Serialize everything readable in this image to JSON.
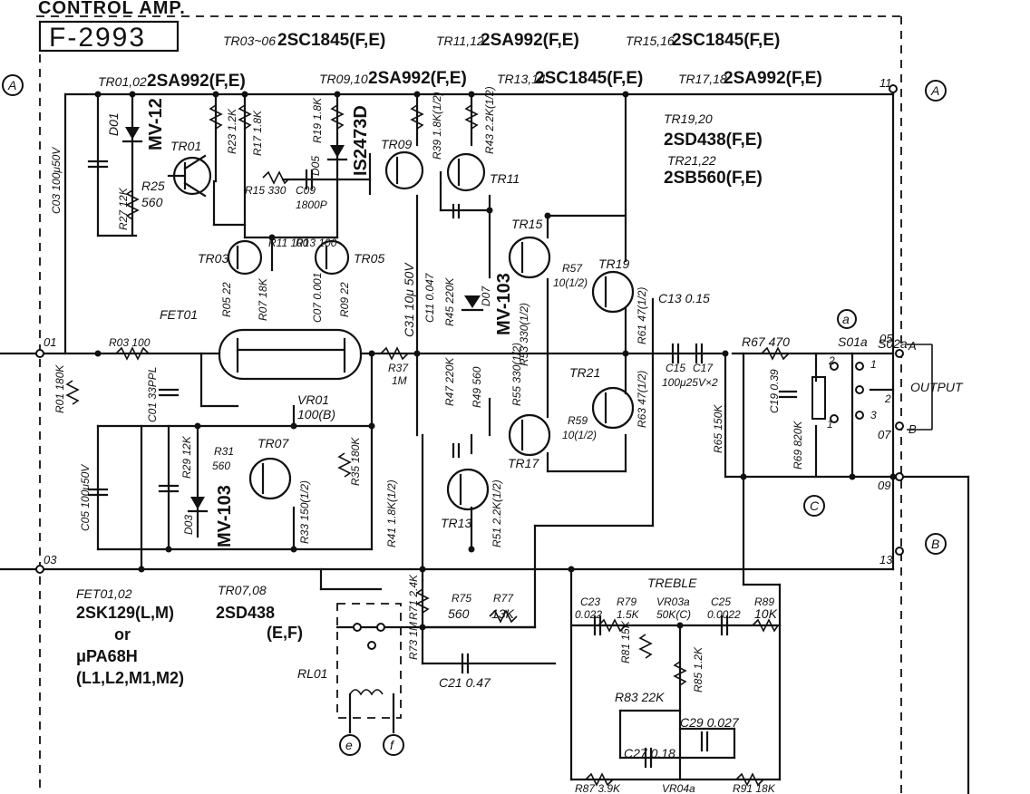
{
  "header": {
    "title": "CONTROL AMP.",
    "model": "F-2993"
  },
  "transistor_types": [
    {
      "ref": "TR03~06",
      "part": "2SC1845(F,E)"
    },
    {
      "ref": "TR11,12",
      "part": "2SA992(F,E)"
    },
    {
      "ref": "TR15,16",
      "part": "2SC1845(F,E)"
    },
    {
      "ref": "TR01,02",
      "part": "2SA992(F,E)"
    },
    {
      "ref": "TR09,10",
      "part": "2SA992(F,E)"
    },
    {
      "ref": "TR13,14",
      "part": "2SC1845(F,E)"
    },
    {
      "ref": "TR17,18",
      "part": "2SA992(F,E)"
    },
    {
      "ref": "TR19,20",
      "part": "2SD438(F,E)"
    },
    {
      "ref": "TR21,22",
      "part": "2SB560(F,E)"
    }
  ],
  "diodes": {
    "d01": "MV-12",
    "d05": "IS2473D",
    "d07": "MV-103",
    "d03": "MV-103"
  },
  "fet_note": {
    "ref": "FET01,02",
    "part": "2SK129(L,M)",
    "or": "or",
    "alt": "μPA68H",
    "grades": "(L1,L2,M1,M2)",
    "tr_ref": "TR07,08",
    "tr_part": "2SD438",
    "tr_grade": "(E,F)"
  },
  "transistors": {
    "tr01": "TR01",
    "tr03": "TR03",
    "tr05": "TR05",
    "tr07": "TR07",
    "tr09": "TR09",
    "tr11": "TR11",
    "tr13": "TR13",
    "tr15": "TR15",
    "tr17": "TR17",
    "tr19": "TR19",
    "tr21": "TR21",
    "fet01": "FET01",
    "rl01": "RL01"
  },
  "components": {
    "c03": "C03 100μ50V",
    "d01": "D01",
    "r23": "R23 1.2K",
    "r17": "R17 1.8K",
    "r19": "R19 1.8K",
    "d05": "D05",
    "r39": "R39 1.8K(1/2)",
    "r43": "R43 2.2K(1/2)",
    "r25": "R25",
    "r25v": "560",
    "r27": "R27 12K",
    "r15": "R15 330",
    "c09": "C09",
    "c09v": "1800P",
    "r11": "R11 100",
    "r13": "R13 100",
    "r05": "R05 22",
    "r07": "R07 18K",
    "c07": "C07 0.001",
    "r09": "R09 22",
    "c31": "C31 10μ 50V",
    "c11": "C11 0.047",
    "r45": "R45 220K",
    "d07": "D07",
    "r57": "R57",
    "r57v": "10(1/2)",
    "r61": "R61 47(1/2)",
    "c13": "C13 0.15",
    "r53": "R53 330(1/2)",
    "r55": "R55 330(1/2)",
    "r59": "R59",
    "r59v": "10(1/2)",
    "r63": "R63 47(1/2)",
    "c15": "C15",
    "c17": "C17",
    "c1517v": "100μ25V×2",
    "r67": "R67 470",
    "c19": "C19 0.39",
    "r69": "R69 820K",
    "r65": "R65 150K",
    "r03": "R03 100",
    "r01": "R01 180K",
    "c01": "C01 33PPL",
    "r37": "R37",
    "r37v": "1M",
    "vr01": "VR01",
    "vr01v": "100(B)",
    "r47": "R47 220K",
    "r49": "R49 560",
    "c05": "C05 100μ50V",
    "r29": "R29 12K",
    "r31": "R31",
    "r31v": "560",
    "d03": "D03",
    "r33": "R33 150(1/2)",
    "r35": "R35 180K",
    "r41": "R41 1.8K(1/2)",
    "r51": "R51 2.2K(1/2)",
    "r71": "R71 2.4K",
    "r73": "R73 1M",
    "r75": "R75",
    "r75v": "560",
    "r77": "R77",
    "r77v": "13K",
    "c21": "C21 0.47",
    "treble": "TREBLE",
    "c23": "C23",
    "c23v": "0.022",
    "r79": "R79",
    "r79v": "1.5K",
    "vr03a": "VR03a",
    "vr03av": "50K(C)",
    "c25": "C25",
    "c25v": "0.0022",
    "r89": "R89",
    "r89v": "10K",
    "r81": "R81 15K",
    "r85": "R85 1.2K",
    "r83": "R83 22K",
    "c29": "C29 0.027",
    "c27": "C27 0.18",
    "r87": "R87 3.9K",
    "vr04a": "VR04a",
    "r91": "R91 18K",
    "s01a": "S01a",
    "s02a": "S02a"
  },
  "terminals": {
    "n11": "11",
    "n05": "05",
    "n07": "07",
    "n09": "09",
    "n13": "13",
    "n01": "01",
    "n03": "03",
    "out_a": "A",
    "out_b": "B",
    "output": "OUTPUT",
    "sw1": "1",
    "sw2": "2",
    "sw3": "3",
    "sw_1": "1",
    "sw_2": "2"
  },
  "connectors": {
    "a_left": "A",
    "a_right": "A",
    "b_right": "B",
    "c": "C",
    "a_small": "a",
    "e": "e",
    "f": "f"
  }
}
